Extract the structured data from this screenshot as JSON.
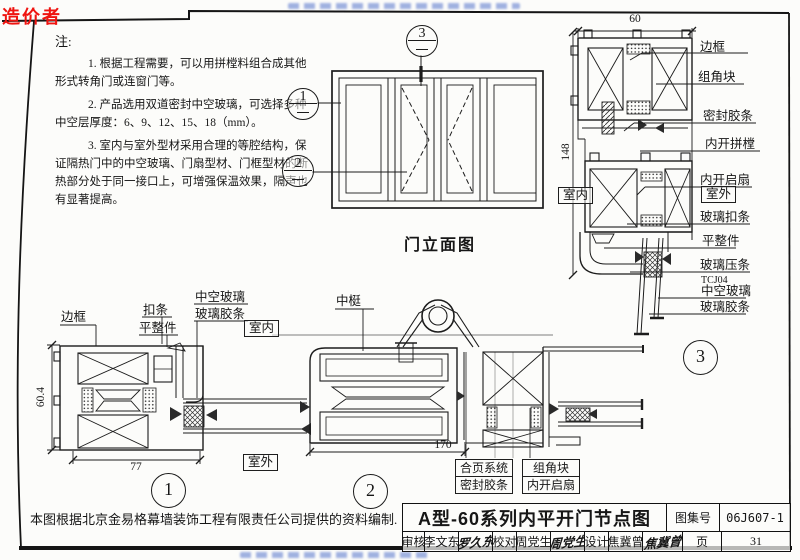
{
  "watermark": {
    "brand": "造价者"
  },
  "notes": {
    "title": "注:",
    "lines": [
      "1. 根据工程需要，可以用拼樘料组合成其他",
      "形式转角门或连窗门等。",
      "2. 产品选用双道密封中空玻璃，可选择多种",
      "中空层厚度：6、9、12、15、18（mm）。",
      "3. 室内与室外型材采用合理的等腔结构，保",
      "证隔热门中的中空玻璃、门扇型材、门框型材的断",
      "热部分处于同一接口上，可增强保温效果，隔声也",
      "有显著提高。"
    ]
  },
  "elevation": {
    "caption": "门立面图"
  },
  "callouts": {
    "c1": "1",
    "c2": "2",
    "c3": "3"
  },
  "detail3": {
    "dim_width": "60",
    "dim_height": "148",
    "frame": "边框",
    "corner_block": "组角块",
    "seal_strip": "密封胶条",
    "mullion_joint": "内开拼樘",
    "sash": "内开启扇",
    "outside": "室外",
    "inside": "室内",
    "glass_clip": "玻璃扣条",
    "leveler": "平整件",
    "glazing_bead": "玻璃压条",
    "glass_code": "TCJ04",
    "insulating_glass": "中空玻璃",
    "glass_gasket": "玻璃胶条"
  },
  "detail1": {
    "dim_width": "77",
    "dim_height": "60.4",
    "frame": "边框",
    "clip": "扣条",
    "leveler": "平整件",
    "insulating_glass": "中空玻璃",
    "glass_gasket": "玻璃胶条",
    "inside": "室内",
    "outside": "室外"
  },
  "detail2": {
    "dim_width": "170",
    "mullion": "中梃",
    "hinge": "合页系统",
    "seal_strip": "密封胶条",
    "corner_block": "组角块",
    "sash": "内开启扇"
  },
  "titleblock": {
    "source_note": "本图根据北京金易格幕墙装饰工程有限责任公司提供的资料编制.",
    "title": "A型-60系列内平开门节点图",
    "atlas_label": "图集号",
    "atlas_no": "06J607-1",
    "page_label": "页",
    "page_no": "31",
    "review_label": "审核",
    "reviewer": "李文东",
    "reviewer_sig": "罗久东",
    "proof_label": "校对",
    "proofer": "周党生",
    "proofer_sig": "周党生",
    "design_label": "设计",
    "designer": "焦冀曾",
    "designer_sig": "焦冀曾"
  }
}
